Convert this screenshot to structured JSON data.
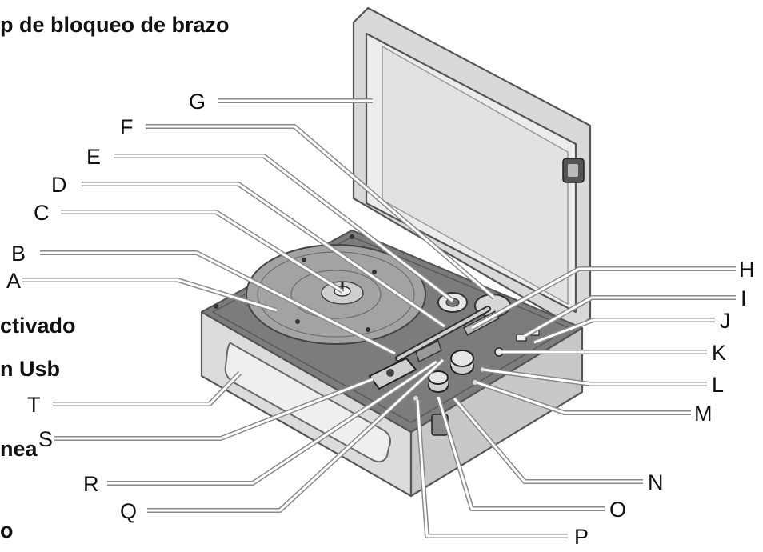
{
  "texts": {
    "title_fragment": "p de bloqueo de brazo",
    "side_1": "ctivado",
    "side_2": "n Usb",
    "side_3": "nea",
    "side_4": "o"
  },
  "labels": {
    "A": "A",
    "B": "B",
    "C": "C",
    "D": "D",
    "E": "E",
    "F": "F",
    "G": "G",
    "H": "H",
    "I": "I",
    "J": "J",
    "K": "K",
    "L": "L",
    "M": "M",
    "N": "N",
    "O": "O",
    "P": "P",
    "Q": "Q",
    "R": "R",
    "S": "S",
    "T": "T"
  },
  "colors": {
    "label_text": "#111111",
    "leader_stroke": "#8a8a8a",
    "case_light": "#dcdcdc",
    "case_mid": "#c4c4c4",
    "deck_dark": "#7a7a7a",
    "platter": "#9c9c9c"
  }
}
